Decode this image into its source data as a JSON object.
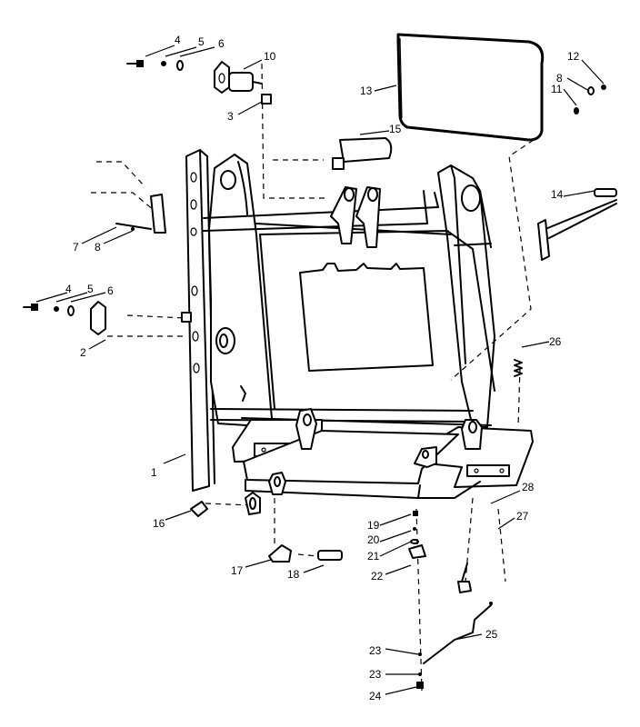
{
  "diagram": {
    "callouts": [
      {
        "id": "c1",
        "label": "1"
      },
      {
        "id": "c2",
        "label": "2"
      },
      {
        "id": "c3",
        "label": "3"
      },
      {
        "id": "c4a",
        "label": "4"
      },
      {
        "id": "c5a",
        "label": "5"
      },
      {
        "id": "c6a",
        "label": "6"
      },
      {
        "id": "c4b",
        "label": "4"
      },
      {
        "id": "c5b",
        "label": "5"
      },
      {
        "id": "c6b",
        "label": "6"
      },
      {
        "id": "c7",
        "label": "7"
      },
      {
        "id": "c8a",
        "label": "8"
      },
      {
        "id": "c8b",
        "label": "8"
      },
      {
        "id": "c10",
        "label": "10"
      },
      {
        "id": "c11",
        "label": "11"
      },
      {
        "id": "c12",
        "label": "12"
      },
      {
        "id": "c13",
        "label": "13"
      },
      {
        "id": "c14",
        "label": "14"
      },
      {
        "id": "c15",
        "label": "15"
      },
      {
        "id": "c16",
        "label": "16"
      },
      {
        "id": "c17",
        "label": "17"
      },
      {
        "id": "c18",
        "label": "18"
      },
      {
        "id": "c19",
        "label": "19"
      },
      {
        "id": "c20",
        "label": "20"
      },
      {
        "id": "c21",
        "label": "21"
      },
      {
        "id": "c22",
        "label": "22"
      },
      {
        "id": "c23a",
        "label": "23"
      },
      {
        "id": "c23b",
        "label": "23"
      },
      {
        "id": "c24",
        "label": "24"
      },
      {
        "id": "c25",
        "label": "25"
      },
      {
        "id": "c26",
        "label": "26"
      },
      {
        "id": "c27",
        "label": "27"
      },
      {
        "id": "c28",
        "label": "28"
      }
    ]
  }
}
